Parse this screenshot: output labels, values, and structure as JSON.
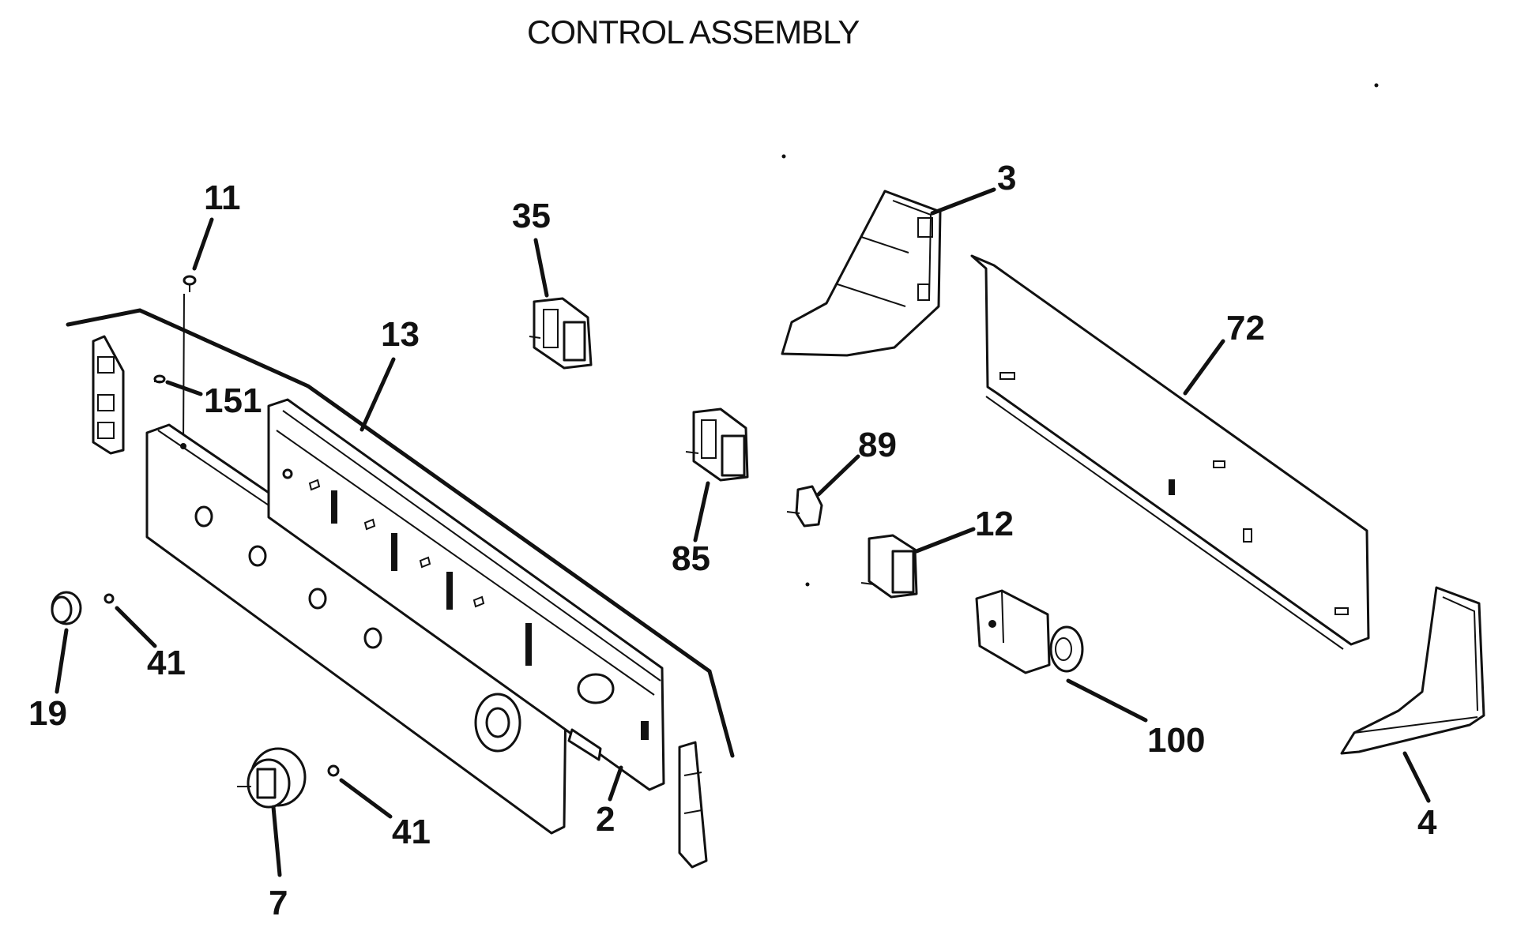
{
  "diagram": {
    "title": "CONTROL ASSEMBLY",
    "callouts": {
      "c11": "11",
      "c35": "35",
      "c3": "3",
      "c72": "72",
      "c13": "13",
      "c151": "151",
      "c89": "89",
      "c85": "85",
      "c12": "12",
      "c41a": "41",
      "c19": "19",
      "c100": "100",
      "c2": "2",
      "c41b": "41",
      "c4": "4",
      "c7": "7"
    }
  }
}
